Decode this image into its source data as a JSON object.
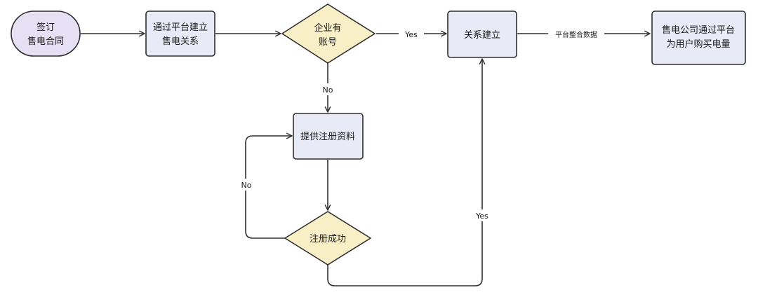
{
  "colors": {
    "terminal_fill": "#e5e0f4",
    "process_fill": "#e8ebf7",
    "decision_fill": "#f9efc6",
    "stroke": "#2f2f2f",
    "connector": "#2f2f2f",
    "text": "#1a1a1a"
  },
  "nodes": {
    "start": {
      "line1": "签订",
      "line2": "售电合同"
    },
    "build_relation_platform": {
      "line1": "通过平台建立",
      "line2": "售电关系"
    },
    "has_account": {
      "line1": "企业有",
      "line2": "账号"
    },
    "relation_established": {
      "label": "关系建立"
    },
    "buy_power": {
      "line1": "售电公司通过平台",
      "line2": "为用户购买电量"
    },
    "provide_materials": {
      "label": "提供注册资料"
    },
    "registration_success": {
      "label": "注册成功"
    }
  },
  "edges": {
    "account_yes": "Yes",
    "account_no": "No",
    "platform_data": "平台整合数据",
    "register_no": "No",
    "register_yes": "Yes"
  }
}
